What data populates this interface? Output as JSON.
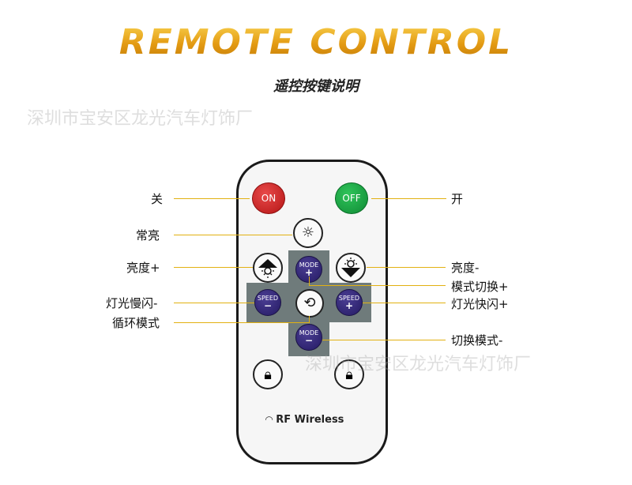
{
  "header": {
    "title": "REMOTE CONTROL",
    "subtitle": "遥控按键说明",
    "watermark": "深圳市宝安区龙光汽车灯饰厂"
  },
  "remote": {
    "on_label": "ON",
    "off_label": "OFF",
    "mode_label": "MODE",
    "speed_label": "SPEED",
    "plus": "+",
    "minus": "−",
    "brand": "RF Wireless"
  },
  "callouts": {
    "off": "关",
    "on": "开",
    "steady": "常亮",
    "bright_up": "亮度+",
    "bright_down": "亮度-",
    "mode_up": "模式切换+",
    "slow_flash": "灯光慢闪-",
    "fast_flash": "灯光快闪+",
    "cycle": "循环模式",
    "mode_down": "切换模式-"
  },
  "colors": {
    "accent": "#e2b112",
    "on": "#c8201f",
    "off": "#1aa043",
    "navy": "#2e2370",
    "pad": "#6f7b7b"
  },
  "icons": [
    "sun-icon",
    "bright-up-icon",
    "bright-down-icon",
    "cycle-icon",
    "lock-icon",
    "wifi-icon"
  ]
}
